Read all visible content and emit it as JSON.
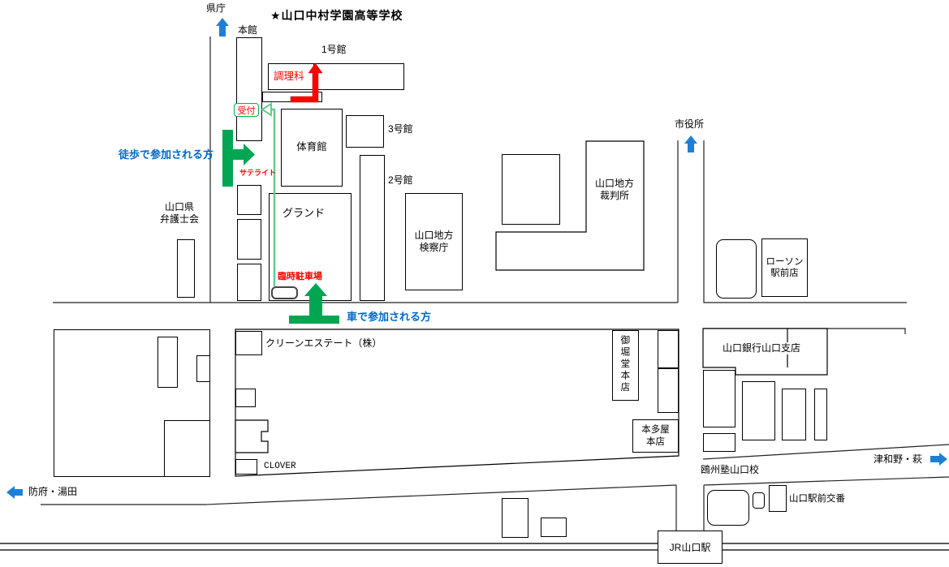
{
  "map": {
    "title": "★山口中村学園高等学校",
    "colors": {
      "line": "#000000",
      "red": "#FF0000",
      "green_arrow": "#00A651",
      "green_route": "#63CC8F",
      "blue_arrow": "#1E7FD6",
      "blue_text": "#0068C8",
      "reception_border": "#00B050"
    },
    "labels": {
      "kencho": "県庁",
      "honkan": "本館",
      "ichigokan": "1号館",
      "chorika": "調理科",
      "uketsuke": "受付",
      "taiikukan": "体育館",
      "sangokan": "3号館",
      "nigokan": "2号館",
      "ground": "グランド",
      "satellite": "サテライト",
      "rinji_parking": "臨時駐車場",
      "walk_route": "徒歩で参加される方",
      "car_route": "車で参加される方",
      "bengoshikai": "山口県\n弁護士会",
      "kensatsucho": "山口地方\n検察庁",
      "saibansho": "山口地方\n裁判所",
      "shiyakusho": "市役所",
      "lawson": "ローソン\n駅前店",
      "clean_estate": "クリーンエステート（株）",
      "mihorido": "御堀堂本店",
      "hondaya": "本多屋\n本店",
      "clover": "CLOVER",
      "bank": "山口銀行山口支店",
      "oshujuku": "鴎州塾山口校",
      "tsuwano_hagi": "津和野・萩",
      "hofu_yuda": "防府・湯田",
      "koban": "山口駅前交番",
      "station": "JR山口駅"
    }
  }
}
